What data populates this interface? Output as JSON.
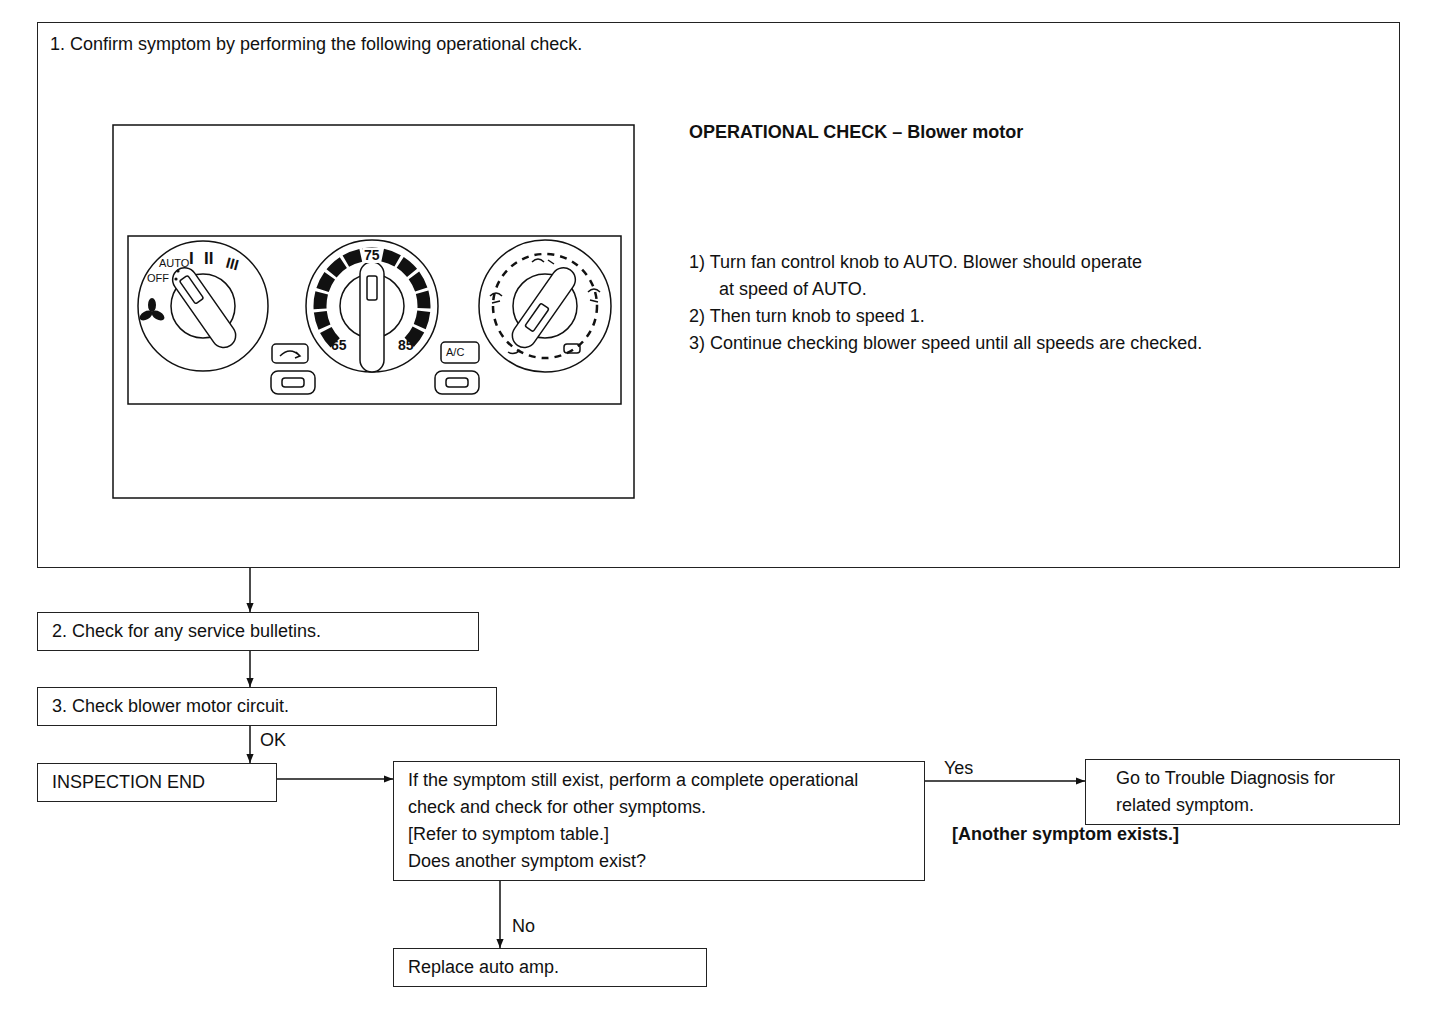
{
  "diagram": {
    "nodes": [
      {
        "text": [
          "1. Confirm symptom by performing the following operational check.",
          "OPERATIONAL CHECK – Blower motor",
          "1) Turn fan control knob to AUTO. Blower should operate at speed of AUTO.",
          "2) Then turn knob to speed 1.",
          "3) Continue checking blower speed until all speeds are checked."
        ]
      },
      {
        "text": [
          "2. Check for any service bulletins."
        ]
      },
      {
        "text": [
          "3. Check blower motor circuit."
        ]
      },
      {
        "text": [
          "INSPECTION END"
        ]
      },
      {
        "text": [
          "If the symptom still exist, perform a complete operational check and check for other symptoms.",
          "[Refer to symptom table.]",
          "Does another symptom exist?"
        ]
      },
      {
        "text": [
          "Go to Trouble Diagnosis for related symptom."
        ]
      },
      {
        "text": [
          "Replace auto amp."
        ]
      }
    ],
    "edges": [
      {
        "from": 0,
        "to": 1,
        "arrow": "to"
      },
      {
        "from": 1,
        "to": 2,
        "arrow": "to"
      },
      {
        "from": 2,
        "to": 3,
        "arrow": "to",
        "label": "OK"
      },
      {
        "from": 3,
        "to": 4,
        "arrow": "to"
      },
      {
        "from": 4,
        "to": 5,
        "arrow": "to",
        "label": "Yes"
      },
      {
        "from": 4,
        "to": 6,
        "arrow": "to",
        "label": "No"
      }
    ],
    "labels": [
      "[Another symptom exists.]",
      "AUTO",
      "OFF",
      "I",
      "II",
      "III",
      "75",
      "65",
      "85",
      "A/C"
    ]
  }
}
